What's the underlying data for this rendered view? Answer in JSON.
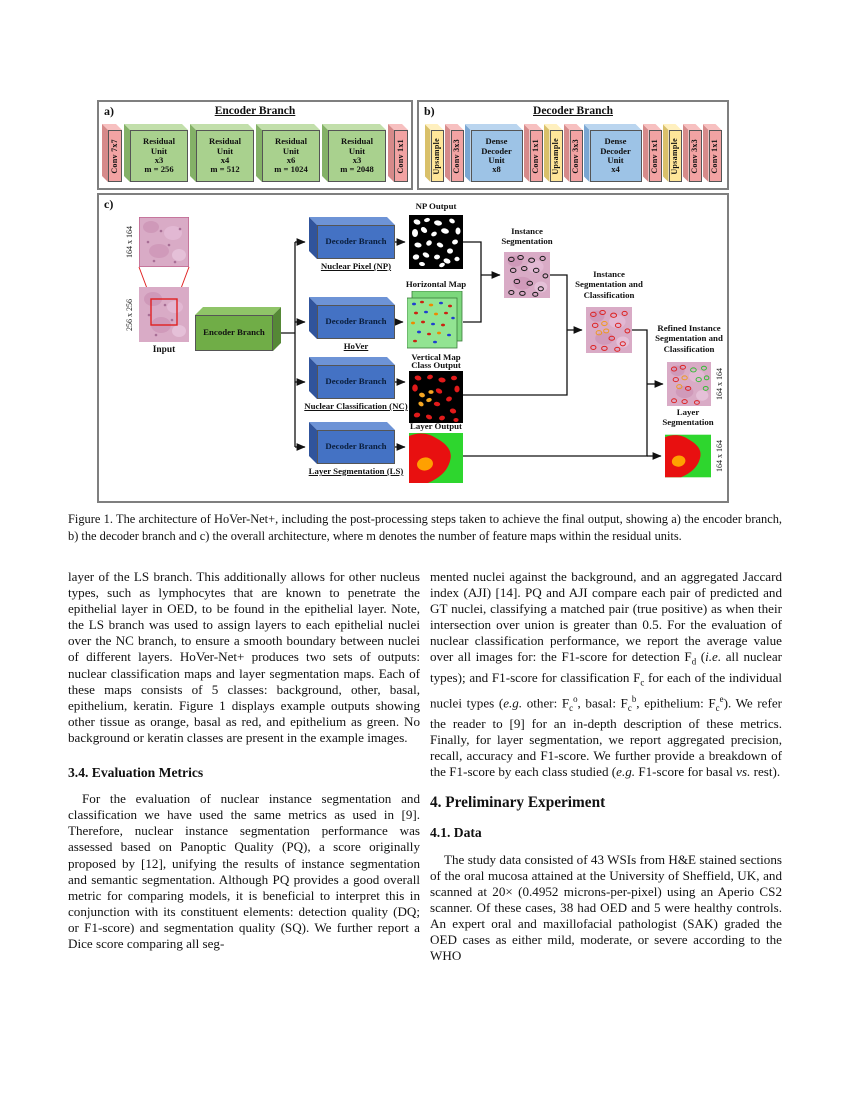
{
  "figure": {
    "panel_a": {
      "label": "a)",
      "title": "Encoder Branch",
      "blocks": [
        "Conv 7x7",
        "Residual\nUnit\nx3\nm = 256",
        "Residual\nUnit\nx4\nm = 512",
        "Residual\nUnit\nx6\nm = 1024",
        "Residual\nUnit\nx3\nm = 2048",
        "Conv 1x1"
      ]
    },
    "panel_b": {
      "label": "b)",
      "title": "Decoder Branch",
      "blocks": [
        "Upsample",
        "Conv 3x3",
        "Dense\nDecoder\nUnit\nx8",
        "Conv 1x1",
        "Upsample",
        "Conv 3x3",
        "Dense\nDecoder\nUnit\nx4",
        "Conv 1x1",
        "Upsample",
        "Conv 3x3",
        "Conv 1x1"
      ]
    },
    "panel_c": {
      "label": "c)",
      "crop_size": "164 x 164",
      "input_size": "256 x 256",
      "input_label": "Input",
      "encoder_label": "Encoder Branch",
      "decoder_box_label": "Decoder Branch",
      "branch_names": [
        "Nuclear Pixel (NP)",
        "HoVer",
        "Nuclear Classification (NC)",
        "Layer Segmentation (LS)"
      ],
      "output_labels": {
        "np": "NP Output",
        "horizontal": "Horizontal Map",
        "vertical": "Vertical Map",
        "class_out": "Class Output",
        "layer": "Layer Output"
      },
      "stage_labels": {
        "instance": "Instance\nSegmentation",
        "instance_class": "Instance\nSegmentation and\nClassification",
        "refined": "Refined Instance\nSegmentation and\nClassification",
        "layer_seg": "Layer\nSegmentation"
      }
    }
  },
  "caption": "Figure 1. The architecture of HoVer-Net+, including the post-processing steps taken to achieve the final output, showing a) the encoder branch, b) the decoder branch and c) the overall architecture, where m denotes the number of feature maps within the residual units.",
  "left_column": {
    "p1": "layer of the LS branch.  This additionally allows for other nucleus types, such as lymphocytes that are known to penetrate the epithelial layer in OED, to be found in the epithelial layer. Note, the LS branch was used to assign layers to each epithelial nuclei over the NC branch, to ensure a smooth boundary between nuclei of different layers.  HoVer-Net+ produces two sets of outputs:  nuclear classification maps and layer segmentation maps.  Each of these maps consists of 5 classes:  background, other, basal, epithelium, keratin. Figure 1 displays example outputs showing other tissue as orange, basal as red, and epithelium as green.  No background or keratin classes are present in the example images.",
    "heading": "3.4. Evaluation Metrics",
    "p2": "For the evaluation of nuclear instance segmentation and classification we have used the same metrics as used in [9]. Therefore, nuclear instance segmentation performance was assessed based on Panoptic Quality (PQ), a score originally proposed by [12], unifying the results of instance segmentation and semantic segmentation.  Although PQ provides a good overall metric for comparing models, it is beneficial to interpret this in conjunction with its constituent elements: detection quality (DQ; or F1-score) and segmentation quality (SQ). We further report a Dice score comparing all seg-"
  },
  "right_column": {
    "p1_segments": [
      "mented nuclei against the background, and an aggregated Jaccard index (AJI) [14]. PQ and AJI compare each pair of predicted and GT nuclei, classifying a matched pair (true positive) as when their intersection over union is greater than 0.5.  For the evaluation of nuclear classification performance, we report the average value over all images for: the F1-score for detection F",
      "d",
      " (",
      "i.e.",
      " all nuclear types); and F1-score for classification F",
      "c",
      " for each of the individual nuclei types (",
      "e.g.",
      " other: F",
      "c",
      "o",
      ", basal: F",
      "c",
      "b",
      ", epithelium: F",
      "c",
      "e",
      "). We refer the reader to [9] for an in-depth description of these metrics.  Finally, for layer segmentation, we report aggregated precision, recall, accuracy and F1-score.  We further provide a breakdown of the F1-score by each class studied (",
      "e.g.",
      " F1-score for basal ",
      "vs.",
      " rest)."
    ],
    "heading1": "4. Preliminary Experiment",
    "heading2": "4.1. Data",
    "p2": "The study data consisted of 43 WSIs from H&E stained sections of the oral mucosa attained at the University of Sheffield, UK, and scanned at 20× (0.4952 microns-per-pixel) using an Aperio CS2 scanner.  Of these cases, 38 had OED and 5 were healthy controls.  An expert oral and maxillofacial pathologist (SAK) graded the OED cases as either mild, moderate, or severe according to the WHO"
  },
  "theme": {
    "conv_pink": "#f2a3a3",
    "residual_green": "#a9d18e",
    "upsample_yellow": "#ffe699",
    "dense_blue": "#9dc3e6",
    "encoder_green": "#70ad47",
    "decoder_blue": "#4472c4",
    "epithelium_green": "#2ed62e",
    "basal_red": "#e81010",
    "other_orange": "#ffa000"
  }
}
